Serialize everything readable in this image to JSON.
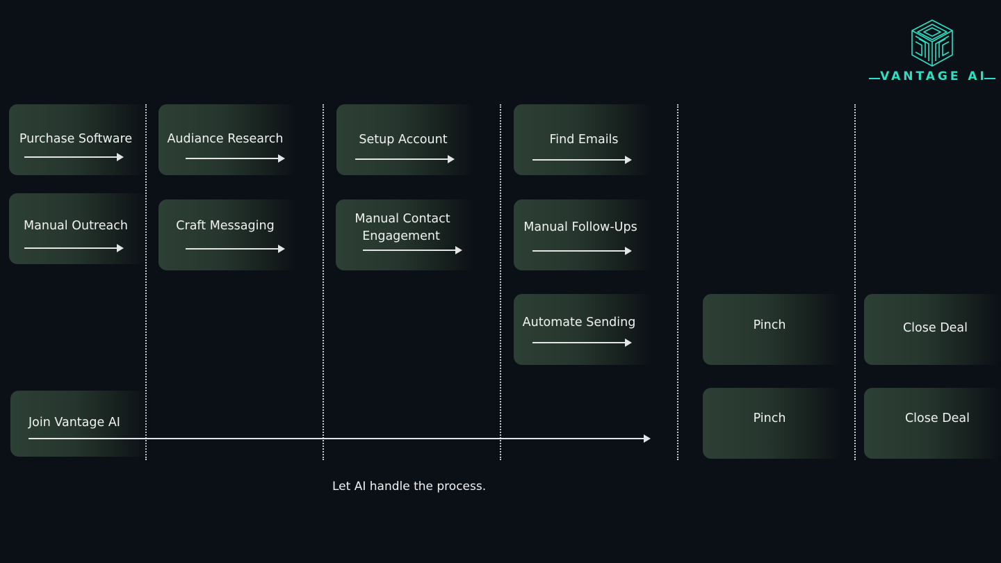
{
  "brand": {
    "name": "VANTAGE AI",
    "accent_color": "#2de0c4",
    "logo_icon": "cube-maze-icon"
  },
  "steps": {
    "purchase_software": "Purchase Software",
    "audience_research": "Audiance Research",
    "setup_account": "Setup Account",
    "find_emails": "Find Emails",
    "manual_outreach": "Manual Outreach",
    "craft_messaging": "Craft Messaging",
    "manual_contact_engagement_line1": "Manual Contact",
    "manual_contact_engagement_line2": "Engagement",
    "manual_follow_ups": "Manual Follow-Ups",
    "automate_sending": "Automate Sending",
    "pinch_1": "Pinch",
    "close_deal_1": "Close Deal",
    "join_vantage": "Join Vantage AI",
    "pinch_2": "Pinch",
    "close_deal_2": "Close Deal"
  },
  "caption": "Let AI handle the process."
}
